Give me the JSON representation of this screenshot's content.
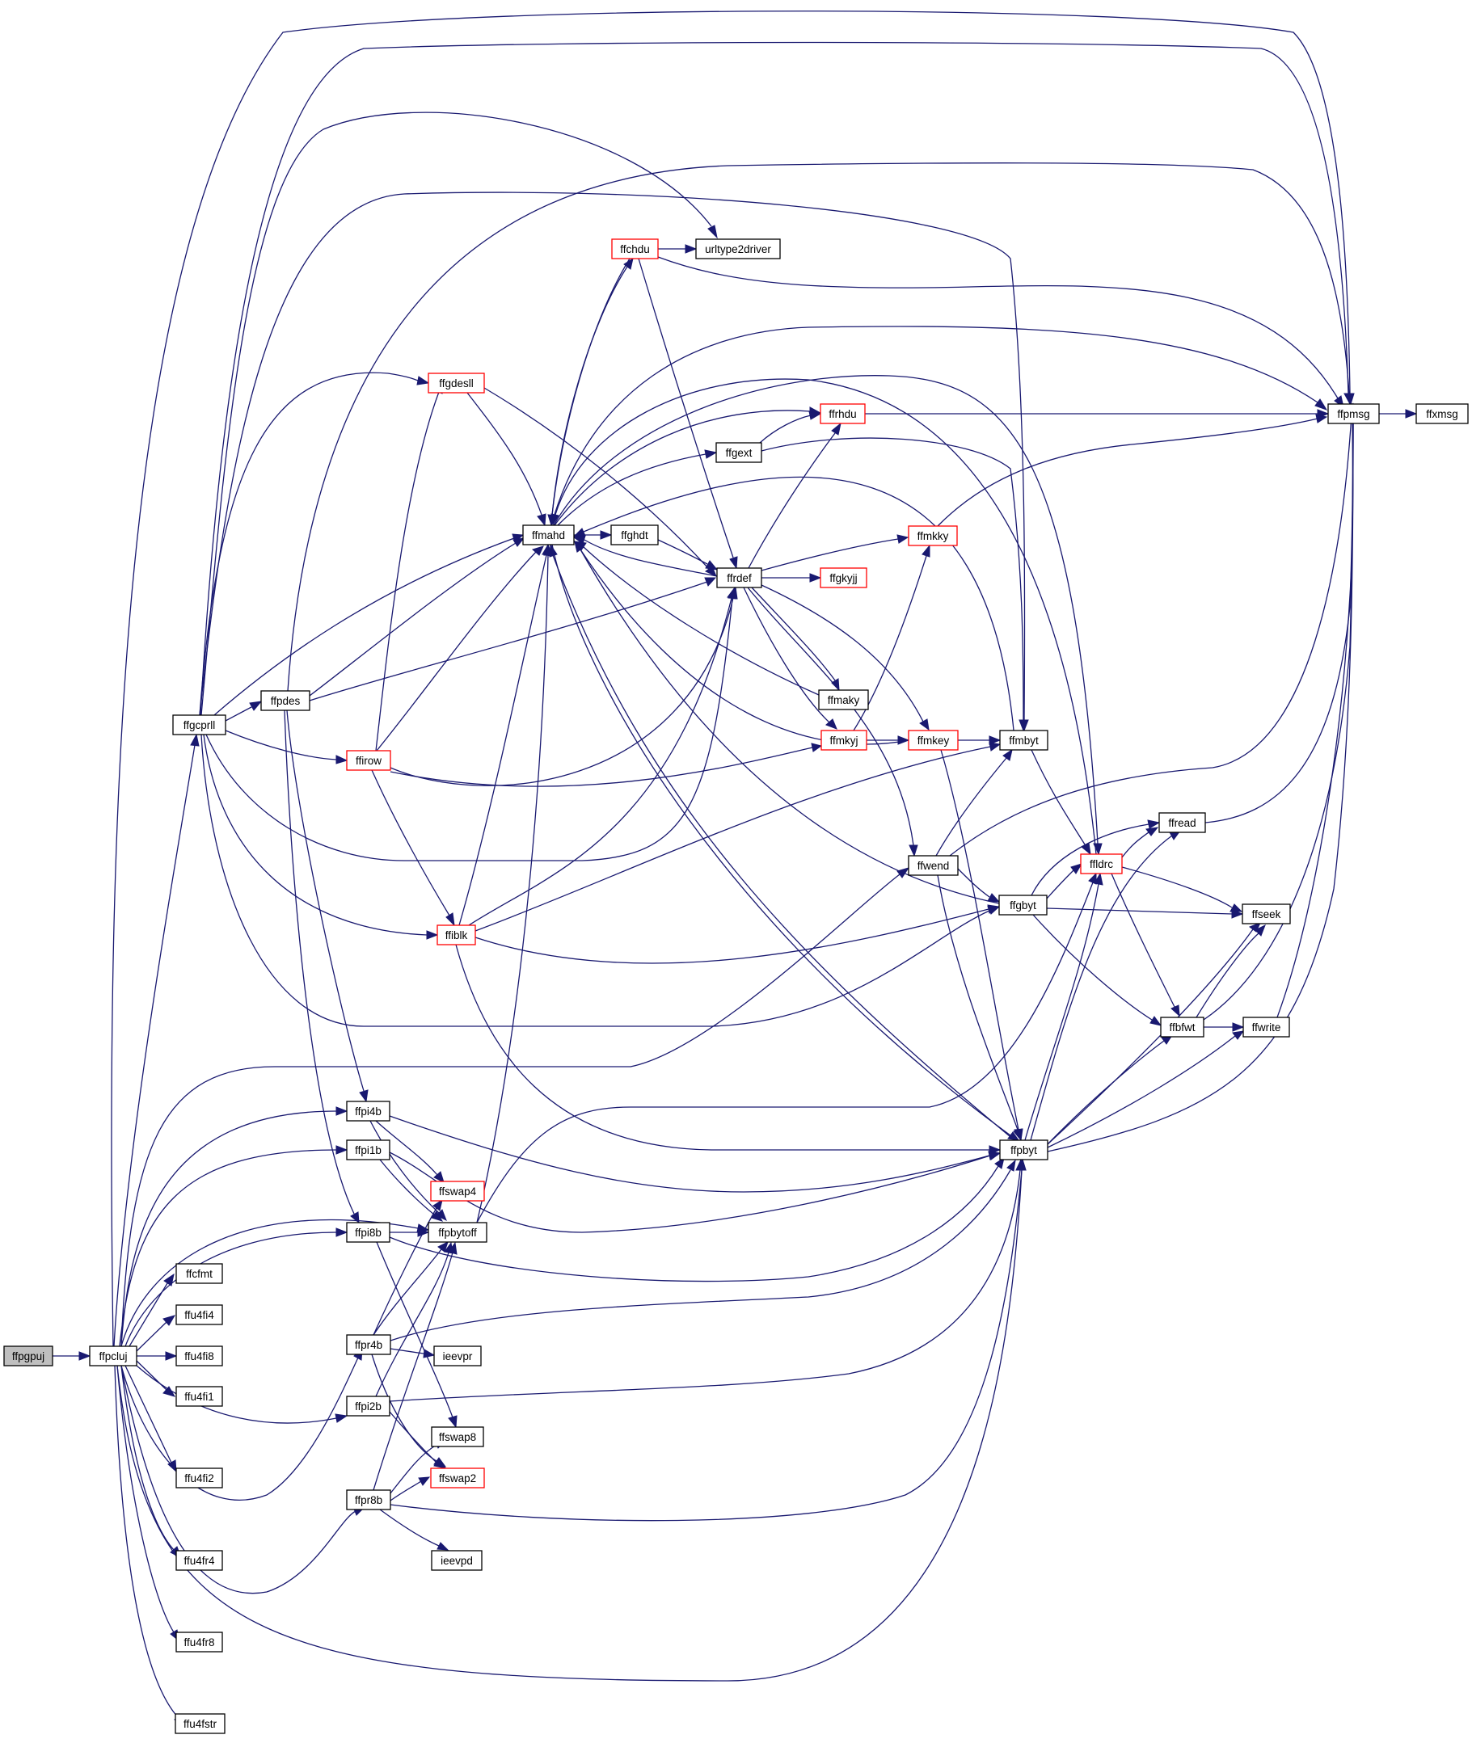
{
  "diagram": {
    "colors": {
      "edge": "#191970",
      "normal_border": "#000000",
      "truncated_border": "#ff0000",
      "root_fill": "#bfbfbf",
      "node_fill": "#ffffff"
    },
    "nodes": [
      {
        "id": "ffpgpuj",
        "label": "ffpgpuj",
        "kind": "root"
      },
      {
        "id": "ffpcluj",
        "label": "ffpcluj",
        "kind": "normal"
      },
      {
        "id": "ffgcprll",
        "label": "ffgcprll",
        "kind": "normal"
      },
      {
        "id": "ffpdes",
        "label": "ffpdes",
        "kind": "normal"
      },
      {
        "id": "ffirow",
        "label": "ffirow",
        "kind": "truncated"
      },
      {
        "id": "ffiblk",
        "label": "ffiblk",
        "kind": "truncated"
      },
      {
        "id": "ffgdesll",
        "label": "ffgdesll",
        "kind": "truncated"
      },
      {
        "id": "ffchdu",
        "label": "ffchdu",
        "kind": "truncated"
      },
      {
        "id": "urltype2driver",
        "label": "urltype2driver",
        "kind": "normal"
      },
      {
        "id": "ffmahd",
        "label": "ffmahd",
        "kind": "normal"
      },
      {
        "id": "ffghdt",
        "label": "ffghdt",
        "kind": "normal"
      },
      {
        "id": "ffgext",
        "label": "ffgext",
        "kind": "normal"
      },
      {
        "id": "ffrhdu",
        "label": "ffrhdu",
        "kind": "truncated"
      },
      {
        "id": "ffrdef",
        "label": "ffrdef",
        "kind": "normal"
      },
      {
        "id": "ffmkky",
        "label": "ffmkky",
        "kind": "truncated"
      },
      {
        "id": "ffgkyjj",
        "label": "ffgkyjj",
        "kind": "truncated"
      },
      {
        "id": "ffmaky",
        "label": "ffmaky",
        "kind": "normal"
      },
      {
        "id": "ffmkyj",
        "label": "ffmkyj",
        "kind": "truncated"
      },
      {
        "id": "ffmkey",
        "label": "ffmkey",
        "kind": "truncated"
      },
      {
        "id": "ffmbyt",
        "label": "ffmbyt",
        "kind": "normal"
      },
      {
        "id": "ffwend",
        "label": "ffwend",
        "kind": "normal"
      },
      {
        "id": "ffgbyt",
        "label": "ffgbyt",
        "kind": "normal"
      },
      {
        "id": "ffldrc",
        "label": "ffldrc",
        "kind": "truncated"
      },
      {
        "id": "ffread",
        "label": "ffread",
        "kind": "normal"
      },
      {
        "id": "ffseek",
        "label": "ffseek",
        "kind": "normal"
      },
      {
        "id": "ffbfwt",
        "label": "ffbfwt",
        "kind": "normal"
      },
      {
        "id": "ffwrite",
        "label": "ffwrite",
        "kind": "normal"
      },
      {
        "id": "ffpmsg",
        "label": "ffpmsg",
        "kind": "normal"
      },
      {
        "id": "ffxmsg",
        "label": "ffxmsg",
        "kind": "normal"
      },
      {
        "id": "ffpbyt",
        "label": "ffpbyt",
        "kind": "normal"
      },
      {
        "id": "ffpi4b",
        "label": "ffpi4b",
        "kind": "normal"
      },
      {
        "id": "ffpi1b",
        "label": "ffpi1b",
        "kind": "normal"
      },
      {
        "id": "ffswap4",
        "label": "ffswap4",
        "kind": "truncated"
      },
      {
        "id": "ffpbytoff",
        "label": "ffpbytoff",
        "kind": "normal"
      },
      {
        "id": "ffpi8b",
        "label": "ffpi8b",
        "kind": "normal"
      },
      {
        "id": "ffcfmt",
        "label": "ffcfmt",
        "kind": "normal"
      },
      {
        "id": "ffu4fi4",
        "label": "ffu4fi4",
        "kind": "normal"
      },
      {
        "id": "ffu4fi8",
        "label": "ffu4fi8",
        "kind": "normal"
      },
      {
        "id": "ffu4fi1",
        "label": "ffu4fi1",
        "kind": "normal"
      },
      {
        "id": "ffpr4b",
        "label": "ffpr4b",
        "kind": "normal"
      },
      {
        "id": "ieevpr",
        "label": "ieevpr",
        "kind": "normal"
      },
      {
        "id": "ffpi2b",
        "label": "ffpi2b",
        "kind": "normal"
      },
      {
        "id": "ffswap8",
        "label": "ffswap8",
        "kind": "normal"
      },
      {
        "id": "ffu4fi2",
        "label": "ffu4fi2",
        "kind": "normal"
      },
      {
        "id": "ffswap2",
        "label": "ffswap2",
        "kind": "truncated"
      },
      {
        "id": "ffpr8b",
        "label": "ffpr8b",
        "kind": "normal"
      },
      {
        "id": "ieevpd",
        "label": "ieevpd",
        "kind": "normal"
      },
      {
        "id": "ffu4fr4",
        "label": "ffu4fr4",
        "kind": "normal"
      },
      {
        "id": "ffu4fr8",
        "label": "ffu4fr8",
        "kind": "normal"
      },
      {
        "id": "ffu4fstr",
        "label": "ffu4fstr",
        "kind": "normal"
      }
    ]
  }
}
